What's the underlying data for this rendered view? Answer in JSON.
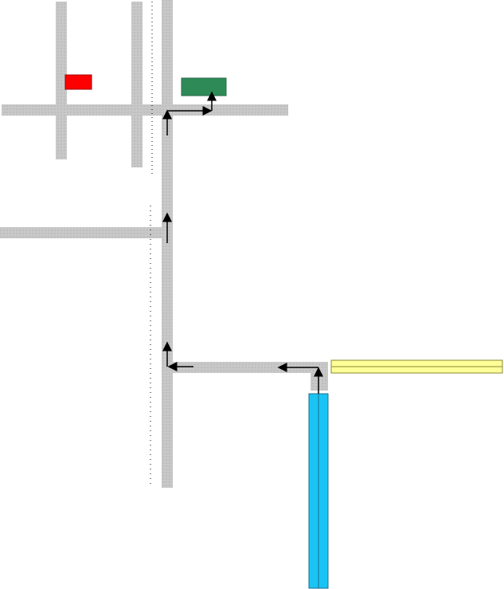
{
  "map": {
    "colors": {
      "background": "#ffffff",
      "road": "#c8c8c8",
      "road_edge": "#b8b8b8",
      "route_arrow": "#000000",
      "rail_dots": "#000000",
      "red_marker": "#ff0000",
      "green_marker": "#2e8b57",
      "yellow_road": "#ffff99",
      "yellow_road_edge": "#8a8a33",
      "blue_road": "#19c4f5",
      "blue_road_edge": "#1c6f8a"
    },
    "markers": [
      {
        "name": "red-building",
        "color_key": "red_marker"
      },
      {
        "name": "green-building",
        "color_key": "green_marker"
      }
    ],
    "route": {
      "description_visible": false
    }
  }
}
